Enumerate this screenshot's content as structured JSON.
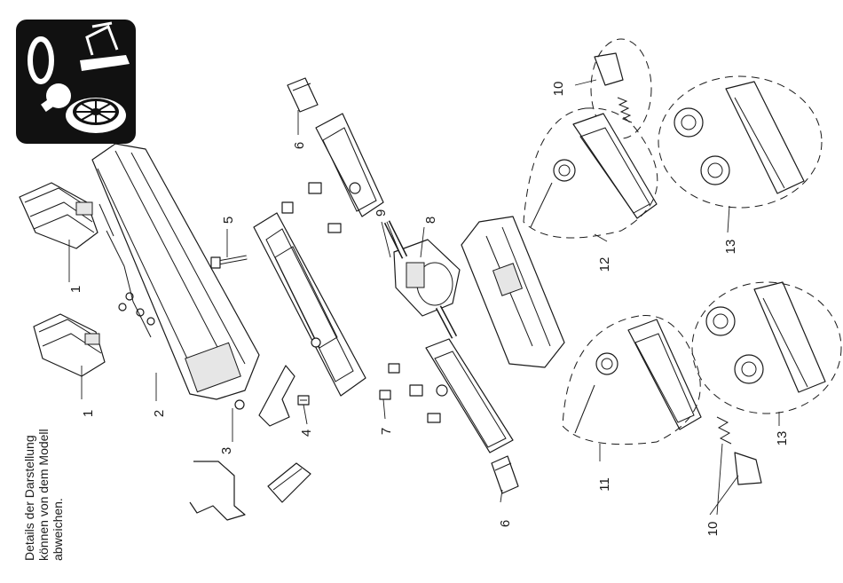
{
  "icon_panel": {
    "digit": "0",
    "icons": [
      "zero-digit-icon",
      "pantograph-icon",
      "light-bulb-icon",
      "motor-fan-icon"
    ],
    "panel_color": "#111111"
  },
  "note": {
    "line1": "Details der Darstellung",
    "line2": "können von dem Modell",
    "line3": "abweichen."
  },
  "callouts": {
    "c1a": "1",
    "c1b": "1",
    "c2": "2",
    "c3": "3",
    "c4": "4",
    "c5": "5",
    "c6a": "6",
    "c6b": "6",
    "c7": "7",
    "c8": "8",
    "c9": "9",
    "c10a": "10",
    "c10b": "10",
    "c11": "11",
    "c12": "12",
    "c13a": "13",
    "c13b": "13"
  }
}
